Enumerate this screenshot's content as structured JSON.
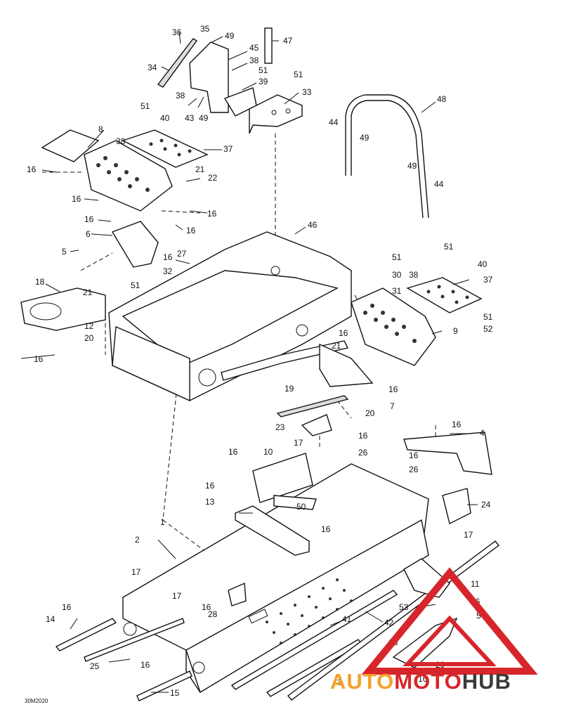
{
  "diagram": {
    "drawing_code": "30M2020",
    "callouts": [
      {
        "id": "c36",
        "text": "36"
      },
      {
        "id": "c35",
        "text": "35"
      },
      {
        "id": "c49a",
        "text": "49"
      },
      {
        "id": "c47",
        "text": "47"
      },
      {
        "id": "c45",
        "text": "45"
      },
      {
        "id": "c38a",
        "text": "38"
      },
      {
        "id": "c34",
        "text": "34"
      },
      {
        "id": "c51a",
        "text": "51"
      },
      {
        "id": "c39",
        "text": "39"
      },
      {
        "id": "c51b",
        "text": "51"
      },
      {
        "id": "c38b",
        "text": "38"
      },
      {
        "id": "c33",
        "text": "33"
      },
      {
        "id": "c43",
        "text": "43"
      },
      {
        "id": "c49b",
        "text": "49"
      },
      {
        "id": "c48",
        "text": "48"
      },
      {
        "id": "c51c",
        "text": "51"
      },
      {
        "id": "c40a",
        "text": "40"
      },
      {
        "id": "c8",
        "text": "8"
      },
      {
        "id": "c44a",
        "text": "44"
      },
      {
        "id": "c49c",
        "text": "49"
      },
      {
        "id": "c38c",
        "text": "38"
      },
      {
        "id": "c37a",
        "text": "37"
      },
      {
        "id": "c16a",
        "text": "16"
      },
      {
        "id": "c21a",
        "text": "21"
      },
      {
        "id": "c22",
        "text": "22"
      },
      {
        "id": "c49d",
        "text": "49"
      },
      {
        "id": "c44b",
        "text": "44"
      },
      {
        "id": "c16b",
        "text": "16"
      },
      {
        "id": "c16c",
        "text": "16"
      },
      {
        "id": "c16d",
        "text": "16"
      },
      {
        "id": "c16e",
        "text": "16"
      },
      {
        "id": "c46",
        "text": "46"
      },
      {
        "id": "c6",
        "text": "6"
      },
      {
        "id": "c5a",
        "text": "5"
      },
      {
        "id": "c16f",
        "text": "16"
      },
      {
        "id": "c27",
        "text": "27"
      },
      {
        "id": "c51d",
        "text": "51"
      },
      {
        "id": "c51e",
        "text": "51"
      },
      {
        "id": "c30",
        "text": "30"
      },
      {
        "id": "c38d",
        "text": "38"
      },
      {
        "id": "c40b",
        "text": "40"
      },
      {
        "id": "c37b",
        "text": "37"
      },
      {
        "id": "c32",
        "text": "32"
      },
      {
        "id": "c18",
        "text": "18"
      },
      {
        "id": "c21b",
        "text": "21"
      },
      {
        "id": "c51f",
        "text": "51"
      },
      {
        "id": "c31",
        "text": "31"
      },
      {
        "id": "c12",
        "text": "12"
      },
      {
        "id": "c51g",
        "text": "51"
      },
      {
        "id": "c52",
        "text": "52"
      },
      {
        "id": "c20a",
        "text": "20"
      },
      {
        "id": "c16g",
        "text": "16"
      },
      {
        "id": "c9",
        "text": "9"
      },
      {
        "id": "c16h",
        "text": "16"
      },
      {
        "id": "c21c",
        "text": "21"
      },
      {
        "id": "c16i",
        "text": "16"
      },
      {
        "id": "c19",
        "text": "19"
      },
      {
        "id": "c7",
        "text": "7"
      },
      {
        "id": "c20b",
        "text": "20"
      },
      {
        "id": "c23",
        "text": "23"
      },
      {
        "id": "c16j",
        "text": "16"
      },
      {
        "id": "c4",
        "text": "4"
      },
      {
        "id": "c17a",
        "text": "17"
      },
      {
        "id": "c16k",
        "text": "16"
      },
      {
        "id": "c26a",
        "text": "26"
      },
      {
        "id": "c16l",
        "text": "16"
      },
      {
        "id": "c26b",
        "text": "26"
      },
      {
        "id": "c10",
        "text": "10"
      },
      {
        "id": "c16m",
        "text": "16"
      },
      {
        "id": "c16n",
        "text": "16"
      },
      {
        "id": "c24",
        "text": "24"
      },
      {
        "id": "c13",
        "text": "13"
      },
      {
        "id": "c50",
        "text": "50"
      },
      {
        "id": "c1",
        "text": "1"
      },
      {
        "id": "c16o",
        "text": "16"
      },
      {
        "id": "c17b",
        "text": "17"
      },
      {
        "id": "c2",
        "text": "2"
      },
      {
        "id": "c17c",
        "text": "17"
      },
      {
        "id": "c11",
        "text": "11"
      },
      {
        "id": "c17d",
        "text": "17"
      },
      {
        "id": "c16p",
        "text": "16"
      },
      {
        "id": "c16q",
        "text": "16"
      },
      {
        "id": "c53",
        "text": "53"
      },
      {
        "id": "c16r",
        "text": "16"
      },
      {
        "id": "c28",
        "text": "28"
      },
      {
        "id": "c41",
        "text": "41"
      },
      {
        "id": "c5b",
        "text": "5"
      },
      {
        "id": "c14",
        "text": "14"
      },
      {
        "id": "c42",
        "text": "42"
      },
      {
        "id": "c16s",
        "text": "16"
      },
      {
        "id": "c25",
        "text": "25"
      },
      {
        "id": "c16t",
        "text": "16"
      },
      {
        "id": "c29",
        "text": "29"
      },
      {
        "id": "c3",
        "text": "3"
      },
      {
        "id": "c15",
        "text": "15"
      },
      {
        "id": "c16u",
        "text": "16"
      }
    ]
  },
  "watermark": {
    "text_a": "AUTO",
    "text_b": "MOTO",
    "text_c": "HUB",
    "color_orange": "#f5a02a",
    "color_red": "#d7262b",
    "color_dark": "#3a3a3a"
  }
}
